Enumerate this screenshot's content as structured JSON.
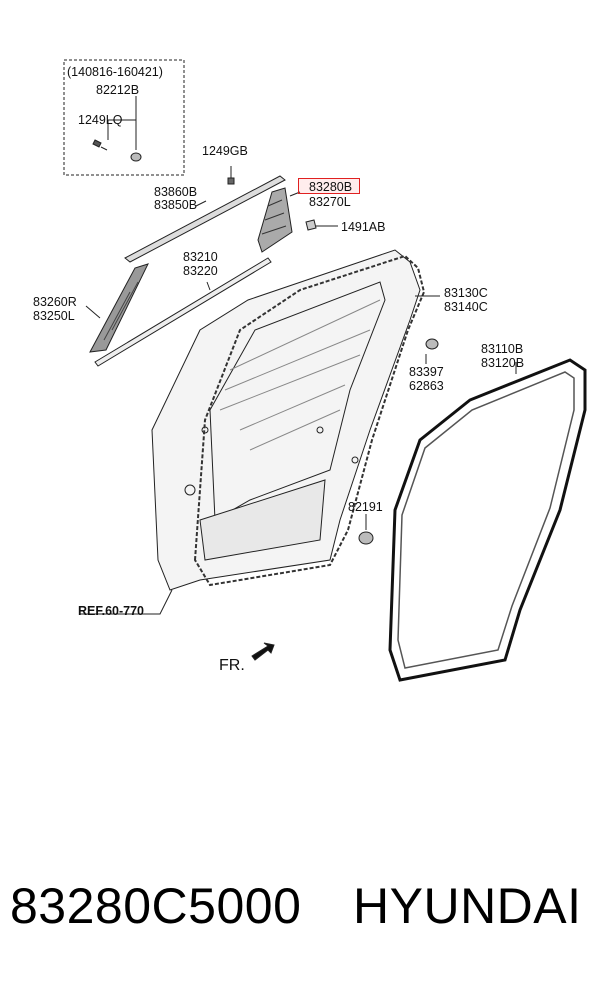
{
  "diagram": {
    "callouts": {
      "date_range": "(140816-160421)",
      "p82212b": "82212B",
      "p1249lq": "1249LQ",
      "p1249gb": "1249GB",
      "p83280b": "83280B",
      "p83270l": "83270L",
      "p1491ab": "1491AB",
      "p83860b": "83860B",
      "p83850b": "83850B",
      "p83210": "83210",
      "p83220": "83220",
      "p83260r": "83260R",
      "p83250l": "83250L",
      "p83130c": "83130C",
      "p83140c": "83140C",
      "p83397": "83397",
      "p62863": "62863",
      "p83110b": "83110B",
      "p83120b": "83120B",
      "p82191": "82191",
      "ref": "REF.60-770",
      "front": "FR."
    },
    "highlighted_part": "83280B",
    "highlight_color": "#e02020"
  },
  "caption": {
    "part_number": "83280C5000",
    "brand": "HYUNDAI"
  }
}
